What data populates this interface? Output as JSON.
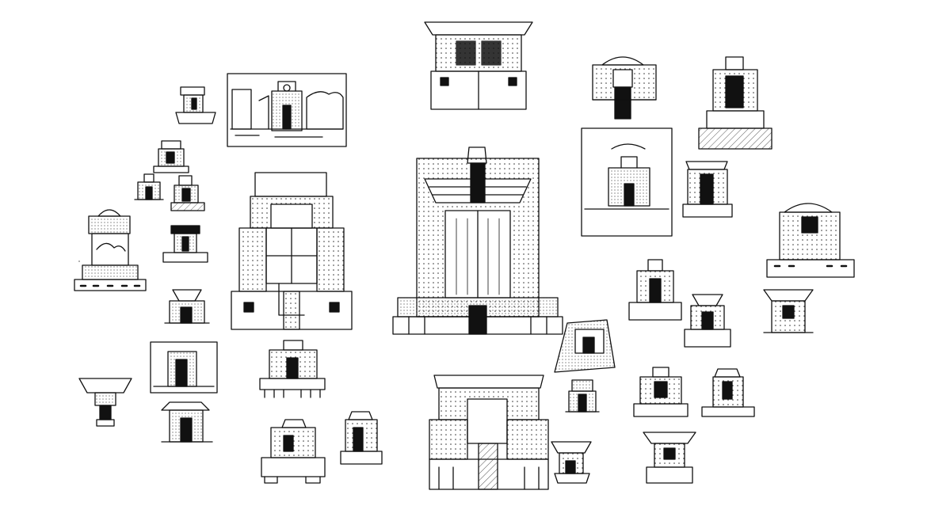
{
  "page": {
    "background": "#ffffff",
    "ink": "#111111",
    "shade": "#5a5a5a"
  },
  "sketches": [
    {
      "id": "sk-01",
      "kind": "tower-small"
    },
    {
      "id": "sk-02",
      "kind": "landscape-frame"
    },
    {
      "id": "sk-03",
      "kind": "stepped-tower"
    },
    {
      "id": "sk-04",
      "kind": "stepped-tower"
    },
    {
      "id": "sk-05",
      "kind": "tower-small"
    },
    {
      "id": "sk-06",
      "kind": "domed-block"
    },
    {
      "id": "sk-07",
      "kind": "tower-small"
    },
    {
      "id": "sk-08",
      "kind": "tower-small"
    },
    {
      "id": "sk-09",
      "kind": "funnel-block"
    },
    {
      "id": "sk-10",
      "kind": "framed-block"
    },
    {
      "id": "sk-11",
      "kind": "funnel-block"
    },
    {
      "id": "sk-12",
      "kind": "stepped-tower"
    },
    {
      "id": "sk-13",
      "kind": "tall-tower"
    },
    {
      "id": "sk-14",
      "kind": "stepped-tower"
    },
    {
      "id": "sk-15",
      "kind": "cut-block"
    },
    {
      "id": "sk-16",
      "kind": "cut-block"
    },
    {
      "id": "sk-17",
      "kind": "winged-top"
    },
    {
      "id": "sk-18",
      "kind": "central-tower"
    },
    {
      "id": "sk-19",
      "kind": "wide-stepped"
    },
    {
      "id": "sk-20",
      "kind": "domed-block"
    },
    {
      "id": "sk-21",
      "kind": "stepped-tower"
    },
    {
      "id": "sk-22",
      "kind": "framed-landscape"
    },
    {
      "id": "sk-23",
      "kind": "stepped-tower"
    },
    {
      "id": "sk-24",
      "kind": "domed-block"
    },
    {
      "id": "sk-25",
      "kind": "stepped-tower"
    },
    {
      "id": "sk-26",
      "kind": "funnel-block"
    },
    {
      "id": "sk-27",
      "kind": "funnel-block"
    },
    {
      "id": "sk-28",
      "kind": "tilted-block"
    },
    {
      "id": "sk-29",
      "kind": "tower-small"
    },
    {
      "id": "sk-30",
      "kind": "stepped-tower"
    },
    {
      "id": "sk-31",
      "kind": "stepped-tower"
    },
    {
      "id": "sk-32",
      "kind": "tower-small"
    },
    {
      "id": "sk-33",
      "kind": "stepped-tower"
    }
  ]
}
